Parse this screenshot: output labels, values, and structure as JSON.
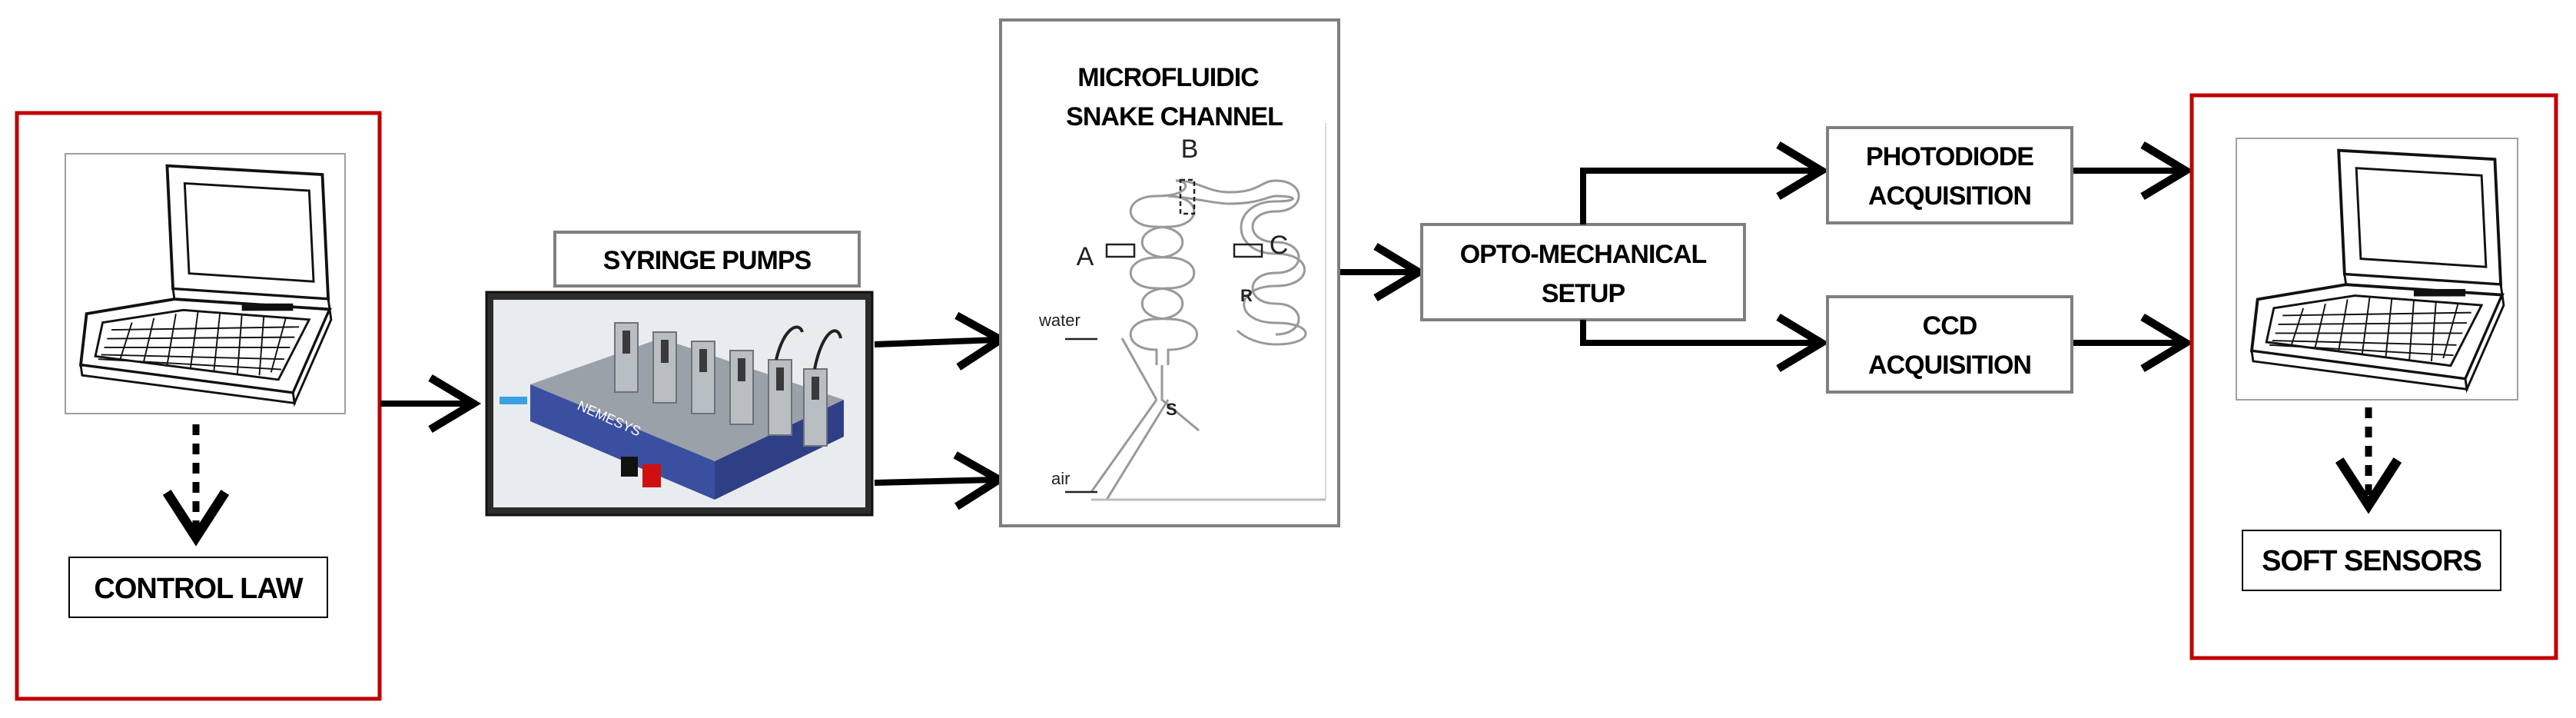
{
  "blocks": {
    "control_law": "CONTROL LAW",
    "syringe_pumps": "SYRINGE PUMPS",
    "pump_brand": "NEMESYS",
    "microfluidic_line1": "MICROFLUIDIC",
    "microfluidic_line2": "SNAKE CHANNEL",
    "opto_line1": "OPTO-MECHANICAL",
    "opto_line2": "SETUP",
    "photodiode_line1": "PHOTODIODE",
    "photodiode_line2": "ACQUISITION",
    "ccd_line1": "CCD",
    "ccd_line2": "ACQUISITION",
    "soft_sensors": "SOFT SENSORS"
  },
  "channel_labels": {
    "a": "A",
    "b": "B",
    "c": "C",
    "r": "R",
    "s": "S",
    "water": "water",
    "air": "air"
  },
  "colors": {
    "group_border": "#c00000",
    "box_border": "#7f7f7f",
    "arrow": "#000000",
    "pump_body": "#3b4fa0"
  },
  "icons": [
    "laptop-icon",
    "syringe-pump-photo",
    "snake-channel-schematic"
  ]
}
